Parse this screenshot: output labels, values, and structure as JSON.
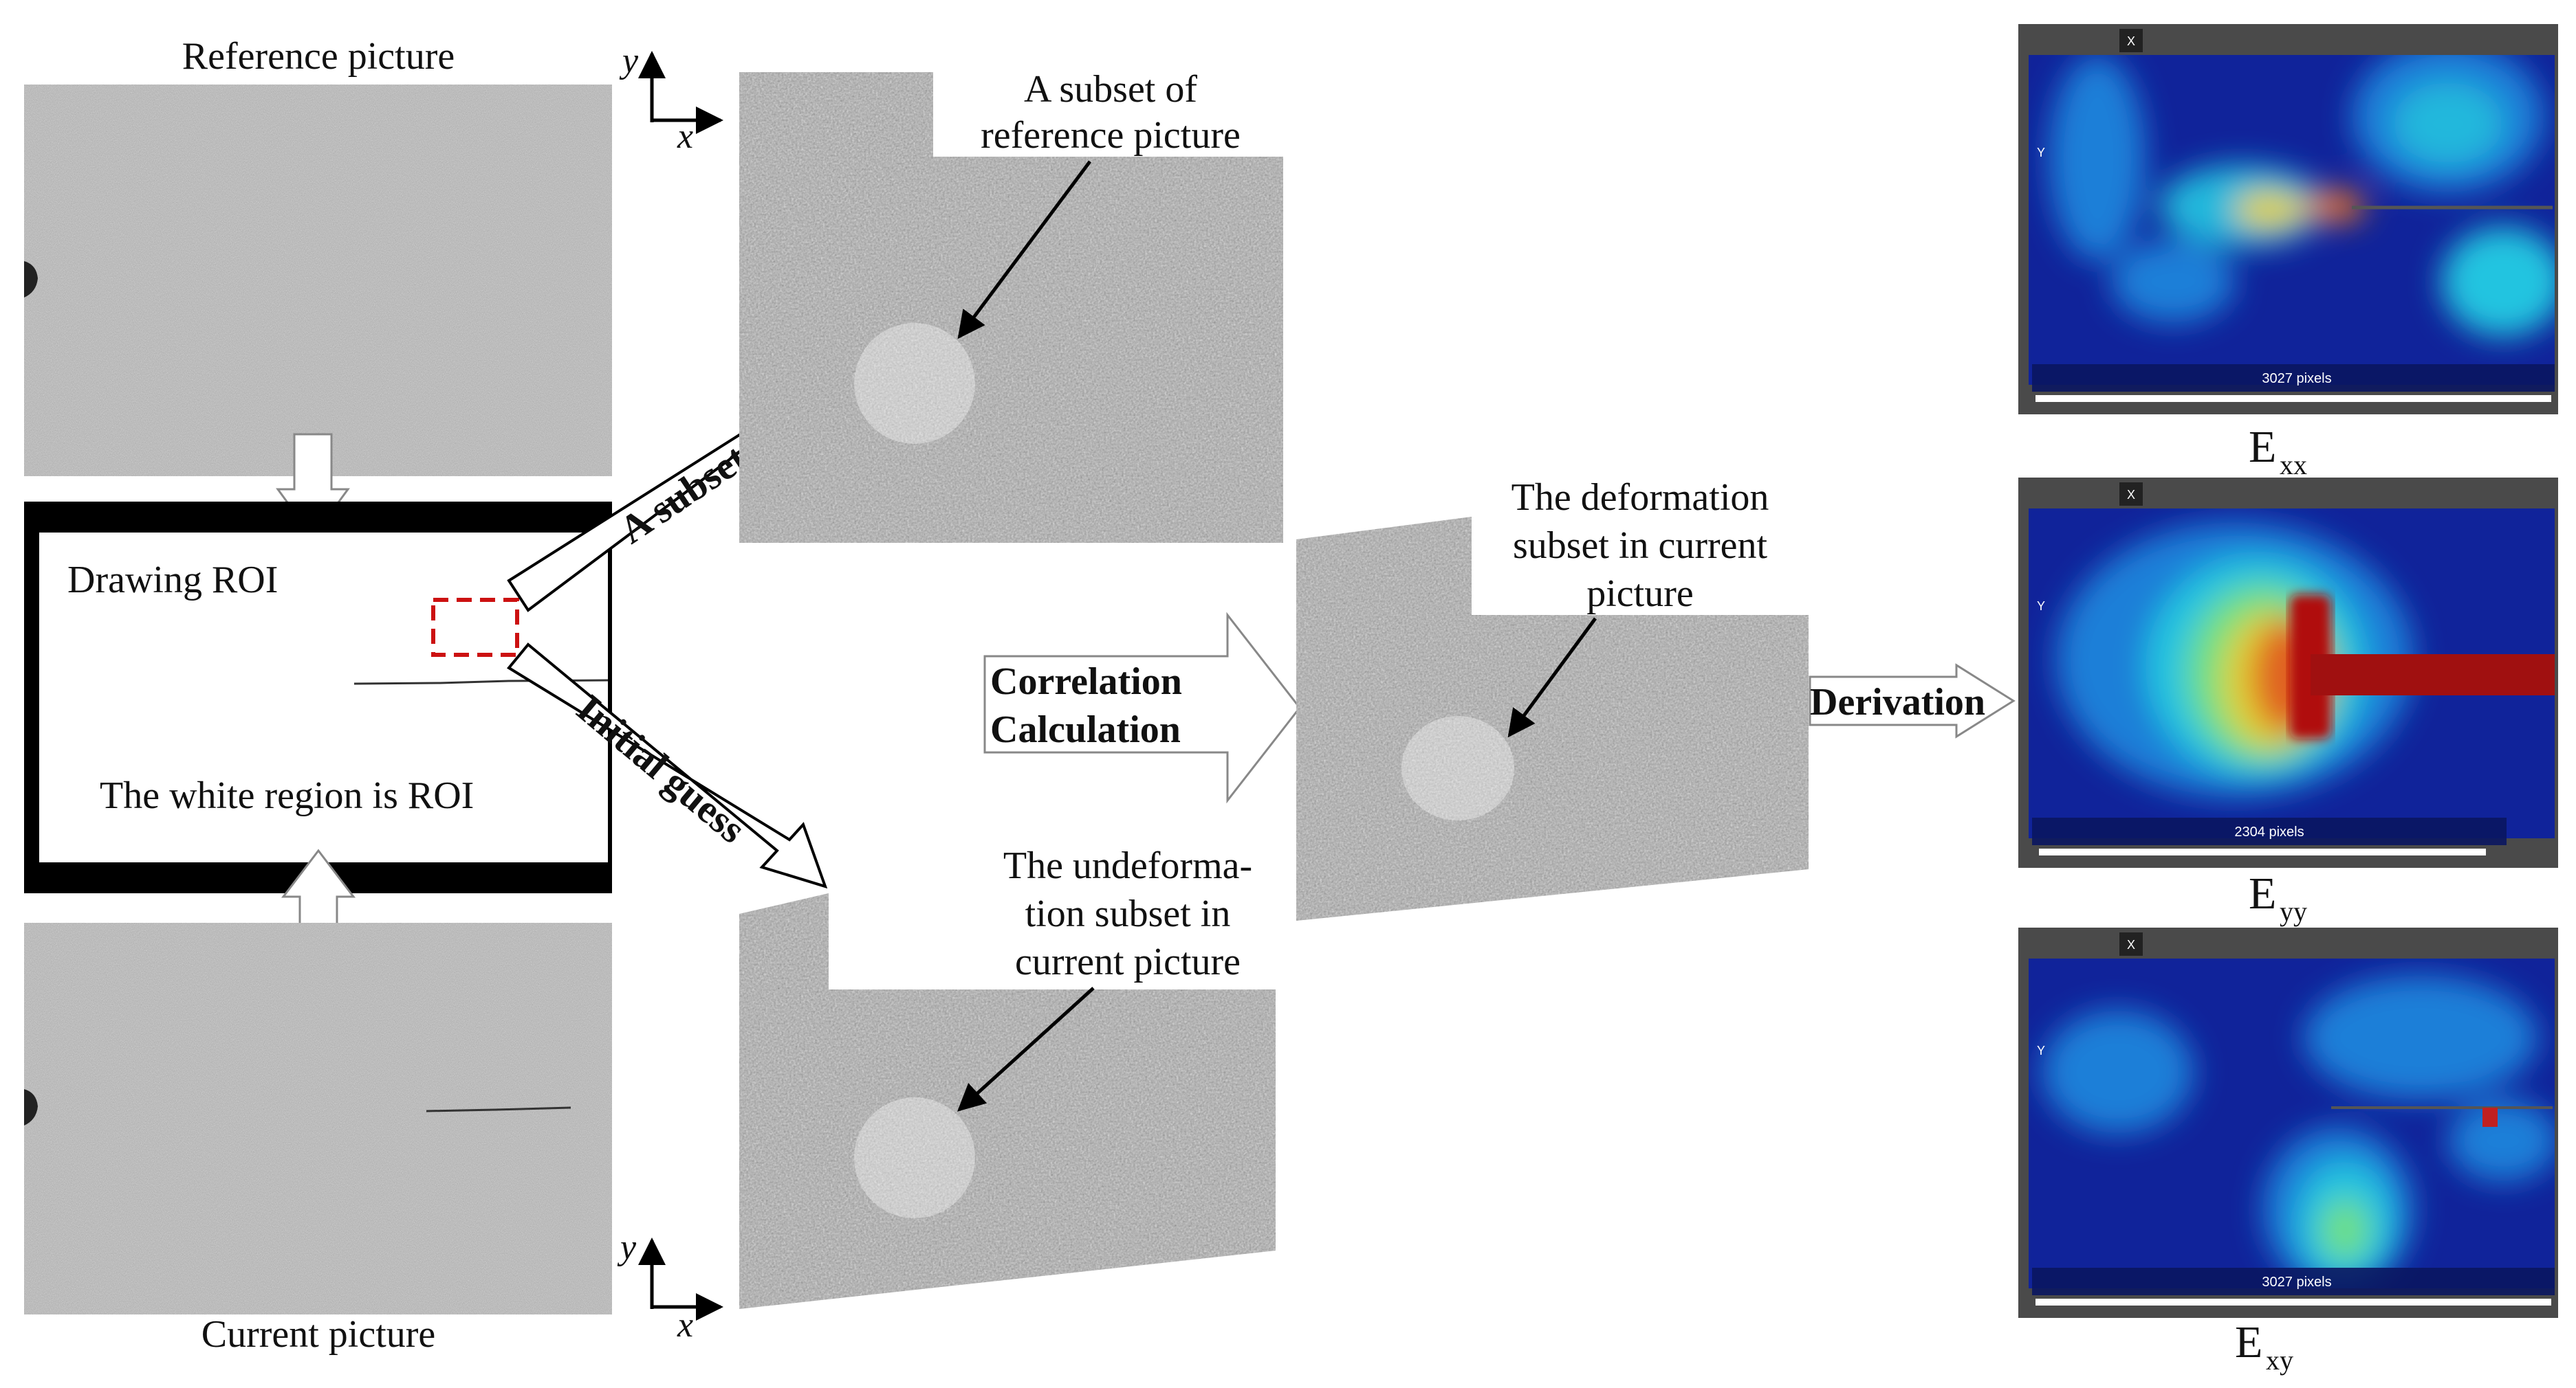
{
  "labels": {
    "reference_picture": "Reference picture",
    "current_picture": "Current picture",
    "drawing_roi": "Drawing ROI",
    "white_region": "The white region is ROI",
    "a_subset_arrow": "A subset",
    "initial_guess_arrow": "Initial guess",
    "subset_ref_line1": "A subset of",
    "subset_ref_line2": "reference picture",
    "undeform_line1": "The undeforma-",
    "undeform_line2": "tion subset in",
    "undeform_line3": "current picture",
    "deform_line1": "The deformation",
    "deform_line2": "subset in current",
    "deform_line3": "picture",
    "correlation_line1": "Correlation",
    "correlation_line2": "Calculation",
    "derivation": "Derivation",
    "axis_x": "x",
    "axis_y": "y"
  },
  "strain_maps": [
    {
      "base": "E",
      "sub": "xx",
      "scale_text": "3027 pixels",
      "x_tag": "X",
      "y_tag": "Y"
    },
    {
      "base": "E",
      "sub": "yy",
      "scale_text": "2304 pixels",
      "x_tag": "X",
      "y_tag": "Y"
    },
    {
      "base": "E",
      "sub": "xy",
      "scale_text": "3027 pixels",
      "x_tag": "X",
      "y_tag": "Y"
    }
  ],
  "colors": {
    "speckle_light": "#b4b4b4",
    "speckle_dark": "#7a7a7a",
    "roi_frame": "#000000",
    "roi_dashed_box": "#cc1111",
    "strain_background": "#10239a",
    "strain_cyan": "#22c4e0",
    "strain_red": "#b01010"
  }
}
